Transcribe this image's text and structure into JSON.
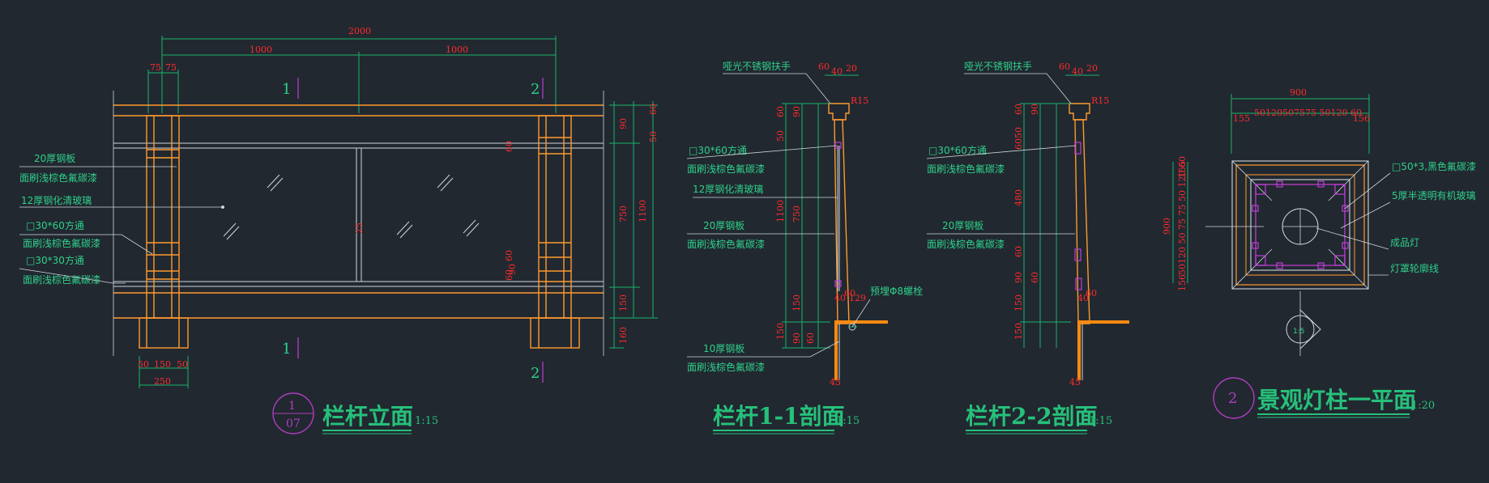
{
  "elevation": {
    "dims_top": [
      "2000",
      "1000",
      "1000",
      "75",
      "75"
    ],
    "dims_bottom": [
      "50",
      "150",
      "50",
      "250"
    ],
    "dims_right_inner": [
      "90",
      "750",
      "150",
      "160"
    ],
    "dims_right_outer": [
      "60",
      "50",
      "1100"
    ],
    "dims_right_small": [
      "60",
      "60",
      "90",
      "60",
      "90"
    ],
    "glass_mark": "25",
    "section_marks": [
      "1",
      "2",
      "1",
      "2"
    ],
    "labels": [
      "20厚钢板",
      "面刷浅棕色氟碳漆",
      "12厚钢化清玻璃",
      "□30*60方通",
      "面刷浅棕色氟碳漆",
      "□30*30方通",
      "面刷浅棕色氟碳漆"
    ],
    "title": "栏杆立面",
    "scale": "1:15",
    "bubble_top": "1",
    "bubble_bottom": "07"
  },
  "section1": {
    "top_dims": [
      "60",
      "40",
      "20"
    ],
    "r_label": "R15",
    "left_dims": [
      "60",
      "90",
      "50",
      "1100",
      "750",
      "150",
      "150",
      "90",
      "60"
    ],
    "bottom_dims": [
      "40",
      "129",
      "60",
      "40",
      "45"
    ],
    "labels": [
      "哑光不锈钢扶手",
      "□30*60方通",
      "面刷浅棕色氟碳漆",
      "12厚钢化清玻璃",
      "20厚钢板",
      "面刷浅棕色氟碳漆",
      "预埋Φ8螺栓",
      "10厚钢板",
      "面刷浅棕色氟碳漆"
    ],
    "title": "栏杆1-1剖面",
    "scale": "1:15"
  },
  "section2": {
    "top_dims": [
      "60",
      "40",
      "20"
    ],
    "r_label": "R15",
    "left_dims": [
      "60",
      "90",
      "6050",
      "480",
      "60",
      "90",
      "60",
      "150",
      "150"
    ],
    "bottom_dims": [
      "40",
      "60",
      "45"
    ],
    "labels": [
      "哑光不锈钢扶手",
      "□30*60方通",
      "面刷浅棕色氟碳漆",
      "20厚钢板",
      "面刷浅棕色氟碳漆"
    ],
    "title": "栏杆2-2剖面",
    "scale": "1:15"
  },
  "plan": {
    "dim_total": "900",
    "dim_row": "50120507575 50120 60",
    "dim_155": "155",
    "dim_156": "156",
    "dim_left_total": "900",
    "dim_left_row": "50120 50 75 75 50 120 60",
    "dim_left_a": "155",
    "dim_left_b": "156",
    "labels": [
      "□50*3,黑色氟碳漆",
      "5厚半透明有机玻璃",
      "成品灯",
      "灯罩轮廓线"
    ],
    "north_label": "1:5",
    "title": "景观灯柱一平面",
    "scale": "1:20",
    "bubble": "2"
  }
}
